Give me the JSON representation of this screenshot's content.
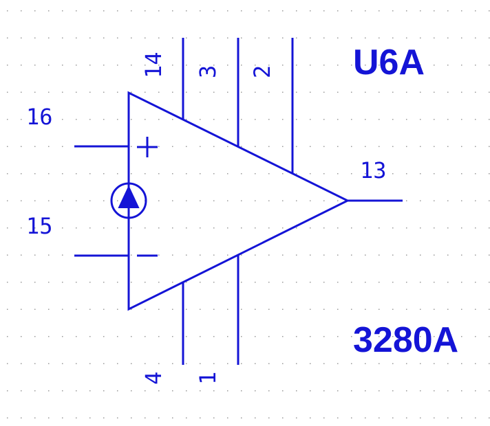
{
  "component": {
    "reference": "U6A",
    "value": "3280A"
  },
  "pins": {
    "non_inverting_input": "16",
    "inverting_input": "15",
    "output": "13",
    "top_left": "14",
    "top_middle": "3",
    "top_right": "2",
    "bottom_left": "4",
    "bottom_right": "1"
  },
  "symbols": {
    "plus": "+",
    "minus": "−"
  },
  "colors": {
    "line": "#1414d6",
    "grid_dot": "#9a9a9a",
    "background": "#ffffff"
  }
}
